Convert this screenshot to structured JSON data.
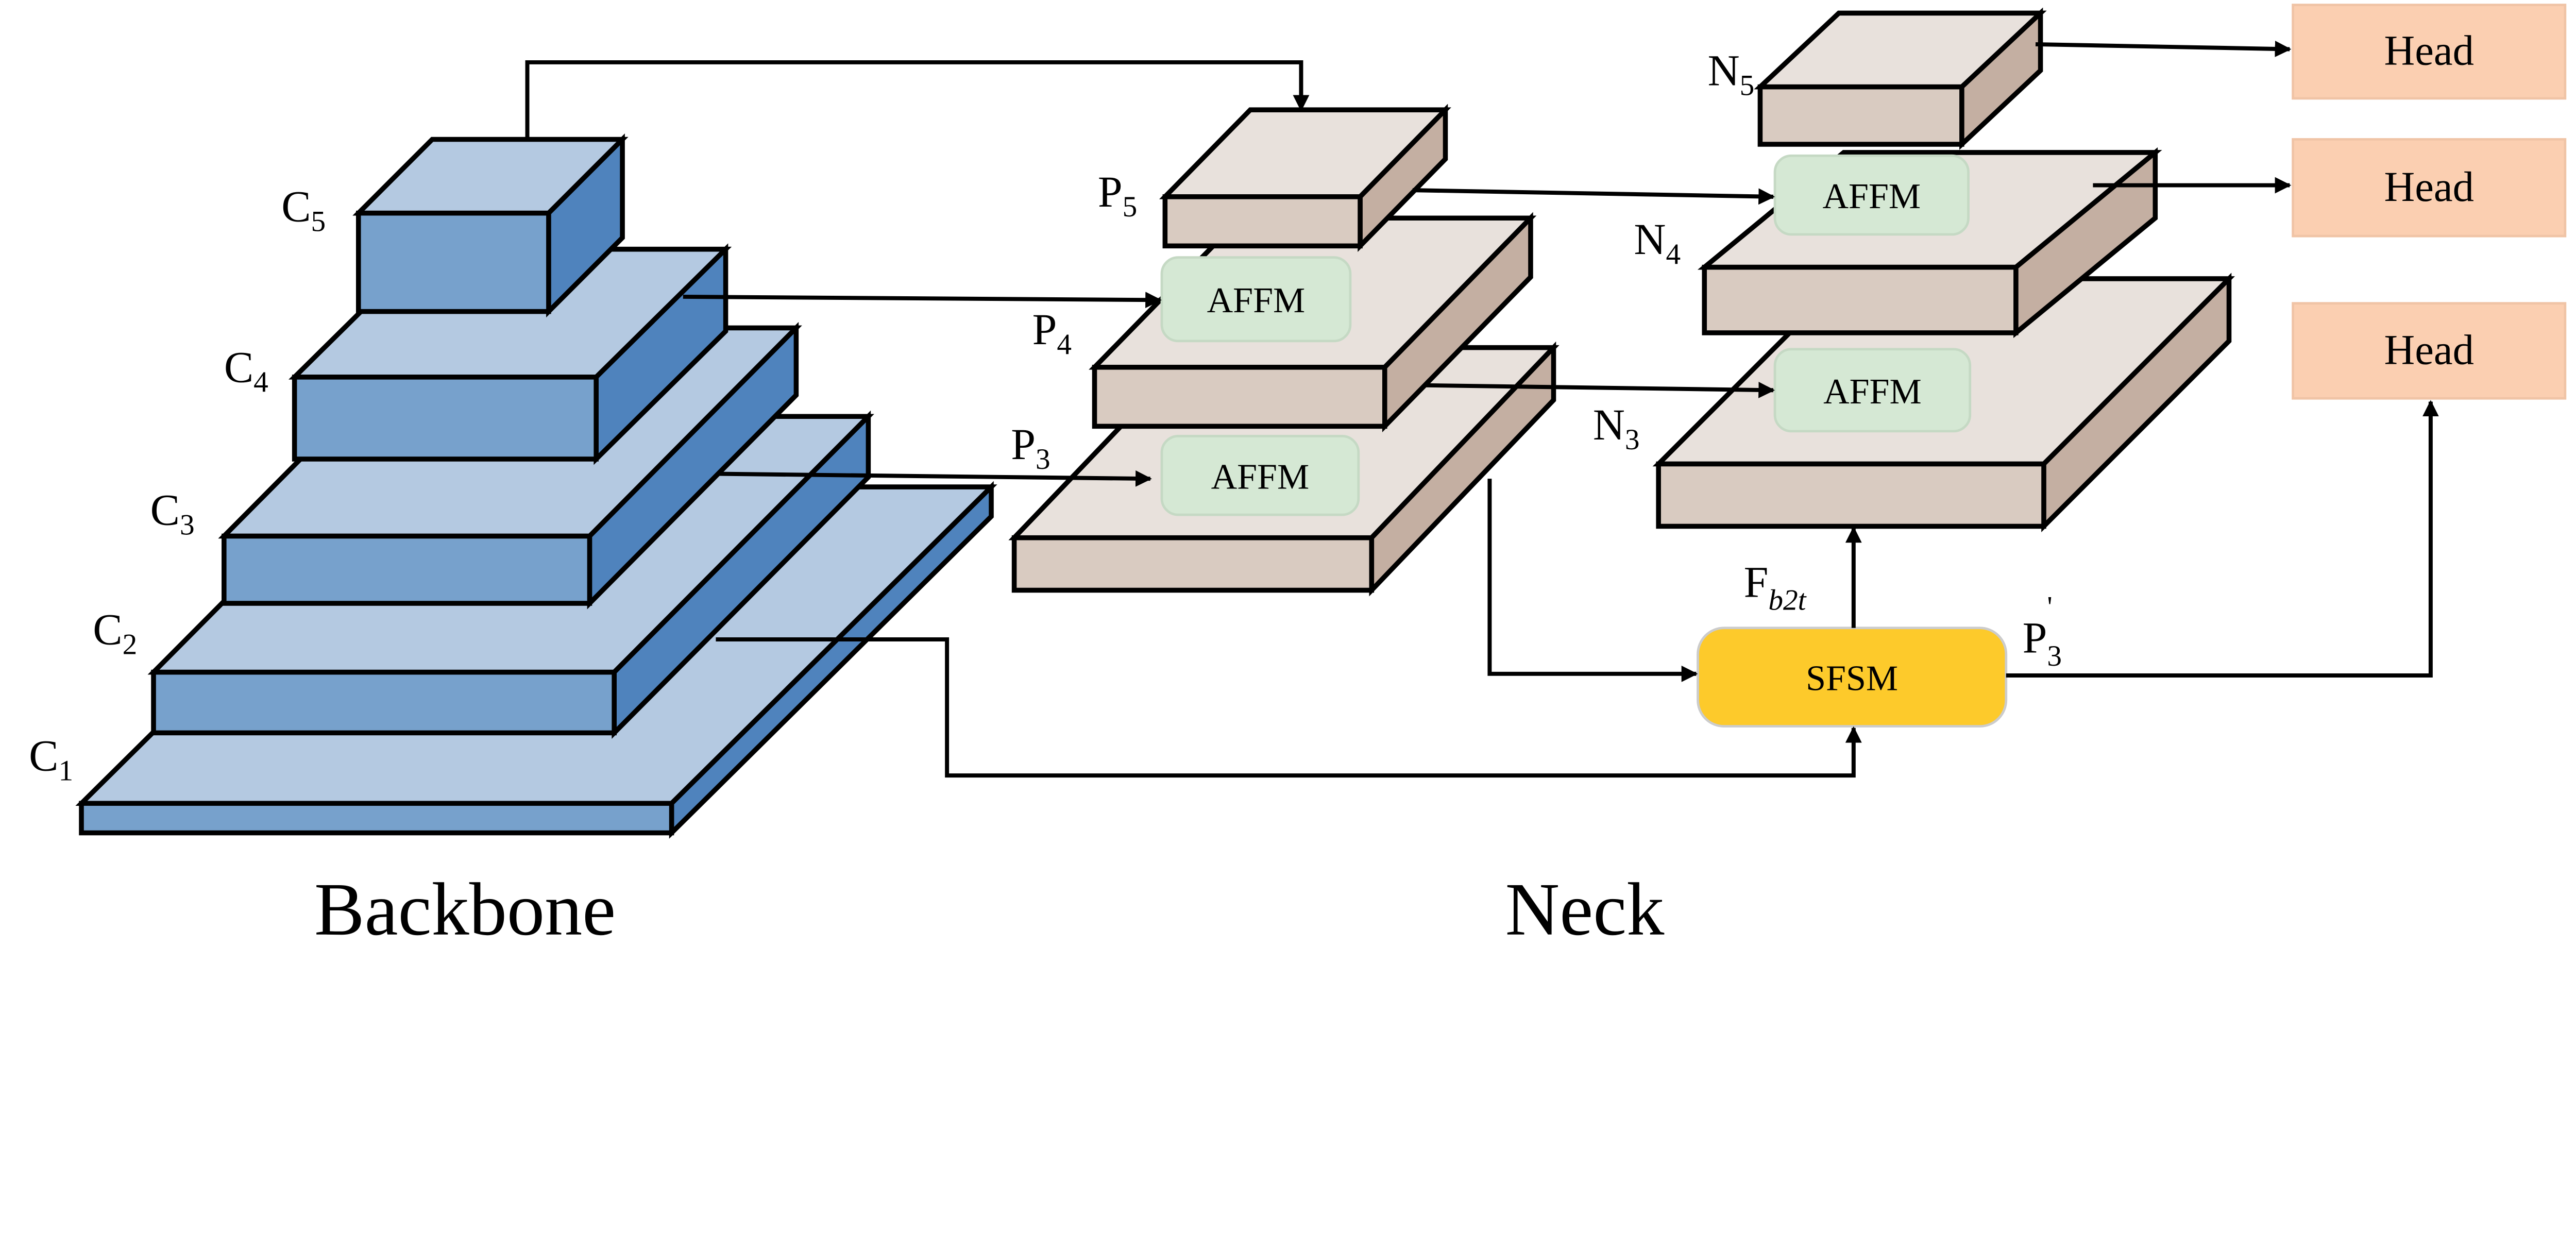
{
  "backbone": {
    "title": "Backbone",
    "levels": [
      {
        "label": "C",
        "sub": "1"
      },
      {
        "label": "C",
        "sub": "2"
      },
      {
        "label": "C",
        "sub": "3"
      },
      {
        "label": "C",
        "sub": "4"
      },
      {
        "label": "C",
        "sub": "5"
      }
    ]
  },
  "neck": {
    "title": "Neck",
    "p_levels": [
      {
        "label": "P",
        "sub": "3"
      },
      {
        "label": "P",
        "sub": "4"
      },
      {
        "label": "P",
        "sub": "5"
      }
    ],
    "n_levels": [
      {
        "label": "N",
        "sub": "3"
      },
      {
        "label": "N",
        "sub": "4"
      },
      {
        "label": "N",
        "sub": "5"
      }
    ],
    "affm_label": "AFFM",
    "sfsm_label": "SFSM",
    "fb2t": {
      "label": "F",
      "sub": "b2t"
    },
    "p3prime": {
      "label": "P",
      "sub": "3",
      "sup": "'"
    }
  },
  "heads": [
    "Head",
    "Head",
    "Head"
  ],
  "colors": {
    "backbone_front": "#77a1cc",
    "backbone_top": "#b4c9e1",
    "backbone_side": "#4f83bd",
    "neck_front": "#d9cbc1",
    "neck_top": "#e8e1dc",
    "neck_side": "#c4afa2",
    "affm": "#d5e8d4",
    "sfsm": "#fdca2b",
    "head": "#fbcfb1"
  }
}
